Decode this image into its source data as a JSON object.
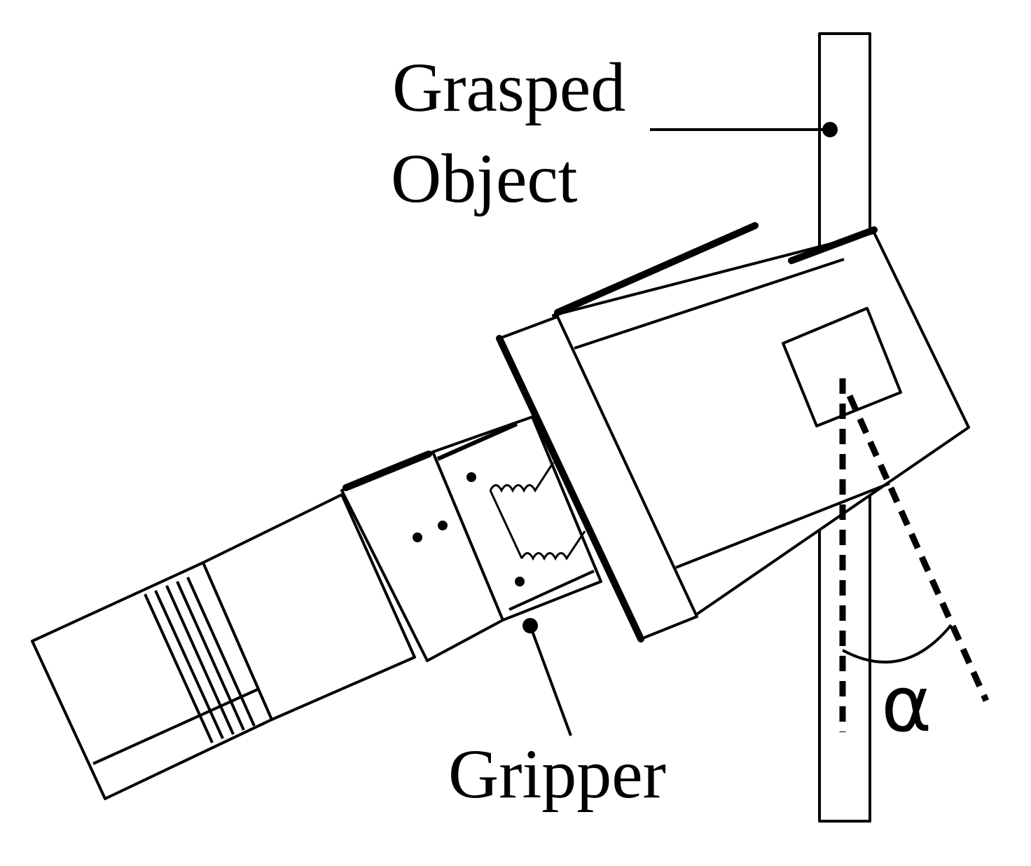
{
  "labels": {
    "grasped_line1": "Grasped",
    "grasped_line2": "Object",
    "gripper": "Gripper",
    "angle": "α"
  },
  "colors": {
    "ink": "#000000",
    "background": "#ffffff"
  }
}
